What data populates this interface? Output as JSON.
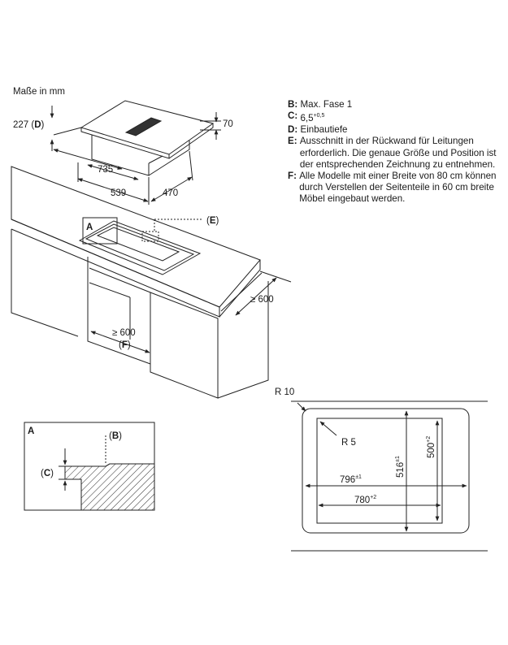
{
  "units_label": "Maße in mm",
  "notes": [
    {
      "key": "B",
      "text": "Max. Fase 1"
    },
    {
      "key": "C",
      "text": "6,5",
      "sup": "+0,5"
    },
    {
      "key": "D",
      "text": "Einbautiefe"
    },
    {
      "key": "E",
      "text": "Ausschnitt in der Rückwand für Leitungen erforderlich. Die genaue Größe und Position ist der entsprechenden Zeichnung zu entnehmen."
    },
    {
      "key": "F",
      "text": "Alle Modelle mit einer Breite von 80 cm können durch Verstellen der Seitenteile in 60 cm breite Möbel eingebaut werden."
    }
  ],
  "hob_dimensions": {
    "height_d": "227",
    "d_key": "D",
    "cooktop_height": "70",
    "unit_width": "735",
    "unit_depth": "539",
    "unit_height_side": "470"
  },
  "cabinet_labels": {
    "detail_marker": "A",
    "cutout_marker": "E",
    "worktop_depth": "≥ 600",
    "cabinet_width": "≥ 600",
    "cabinet_note": "F"
  },
  "detail_a": {
    "title": "A",
    "label_b": "B",
    "label_c": "C"
  },
  "cutout_plan": {
    "outer_radius": "R 10",
    "inner_radius": "R 5",
    "outer_width": "796",
    "outer_width_tol": "±1",
    "outer_depth": "516",
    "outer_depth_tol": "±1",
    "inner_width": "780",
    "inner_width_tol": "+2",
    "inner_depth": "500",
    "inner_depth_tol": "+2"
  }
}
